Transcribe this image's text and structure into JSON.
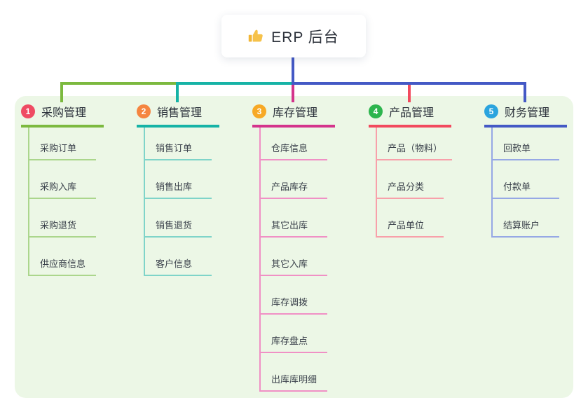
{
  "root": {
    "label": "ERP 后台",
    "icon": "thumbs-up-icon",
    "icon_color": "#f2b636"
  },
  "canvas": {
    "background": "#ffffff",
    "panel_background": "#ecf7e6",
    "trunk_color": "#4459c5"
  },
  "branches": [
    {
      "num": "1",
      "label": "采购管理",
      "badge_color": "#ef4b63",
      "line_color": "#7cb93f",
      "child_line_color": "#abd68c",
      "children": [
        "采购订单",
        "采购入库",
        "采购退货",
        "供应商信息"
      ]
    },
    {
      "num": "2",
      "label": "销售管理",
      "badge_color": "#f58540",
      "line_color": "#16b3a6",
      "child_line_color": "#7fd4c9",
      "children": [
        "销售订单",
        "销售出库",
        "销售退货",
        "客户信息"
      ]
    },
    {
      "num": "3",
      "label": "库存管理",
      "badge_color": "#f7a926",
      "line_color": "#d4348c",
      "child_line_color": "#f090c5",
      "children": [
        "仓库信息",
        "产品库存",
        "其它出库",
        "其它入库",
        "库存调拨",
        "库存盘点",
        "出库库明细"
      ]
    },
    {
      "num": "4",
      "label": "产品管理",
      "badge_color": "#2db54e",
      "line_color": "#f24a5e",
      "child_line_color": "#f8a0aa",
      "children": [
        "产品（物料）",
        "产品分类",
        "产品单位"
      ]
    },
    {
      "num": "5",
      "label": "财务管理",
      "badge_color": "#2ba4de",
      "line_color": "#4459c5",
      "child_line_color": "#96a8e5",
      "children": [
        "回款单",
        "付款单",
        "结算账户"
      ]
    }
  ]
}
